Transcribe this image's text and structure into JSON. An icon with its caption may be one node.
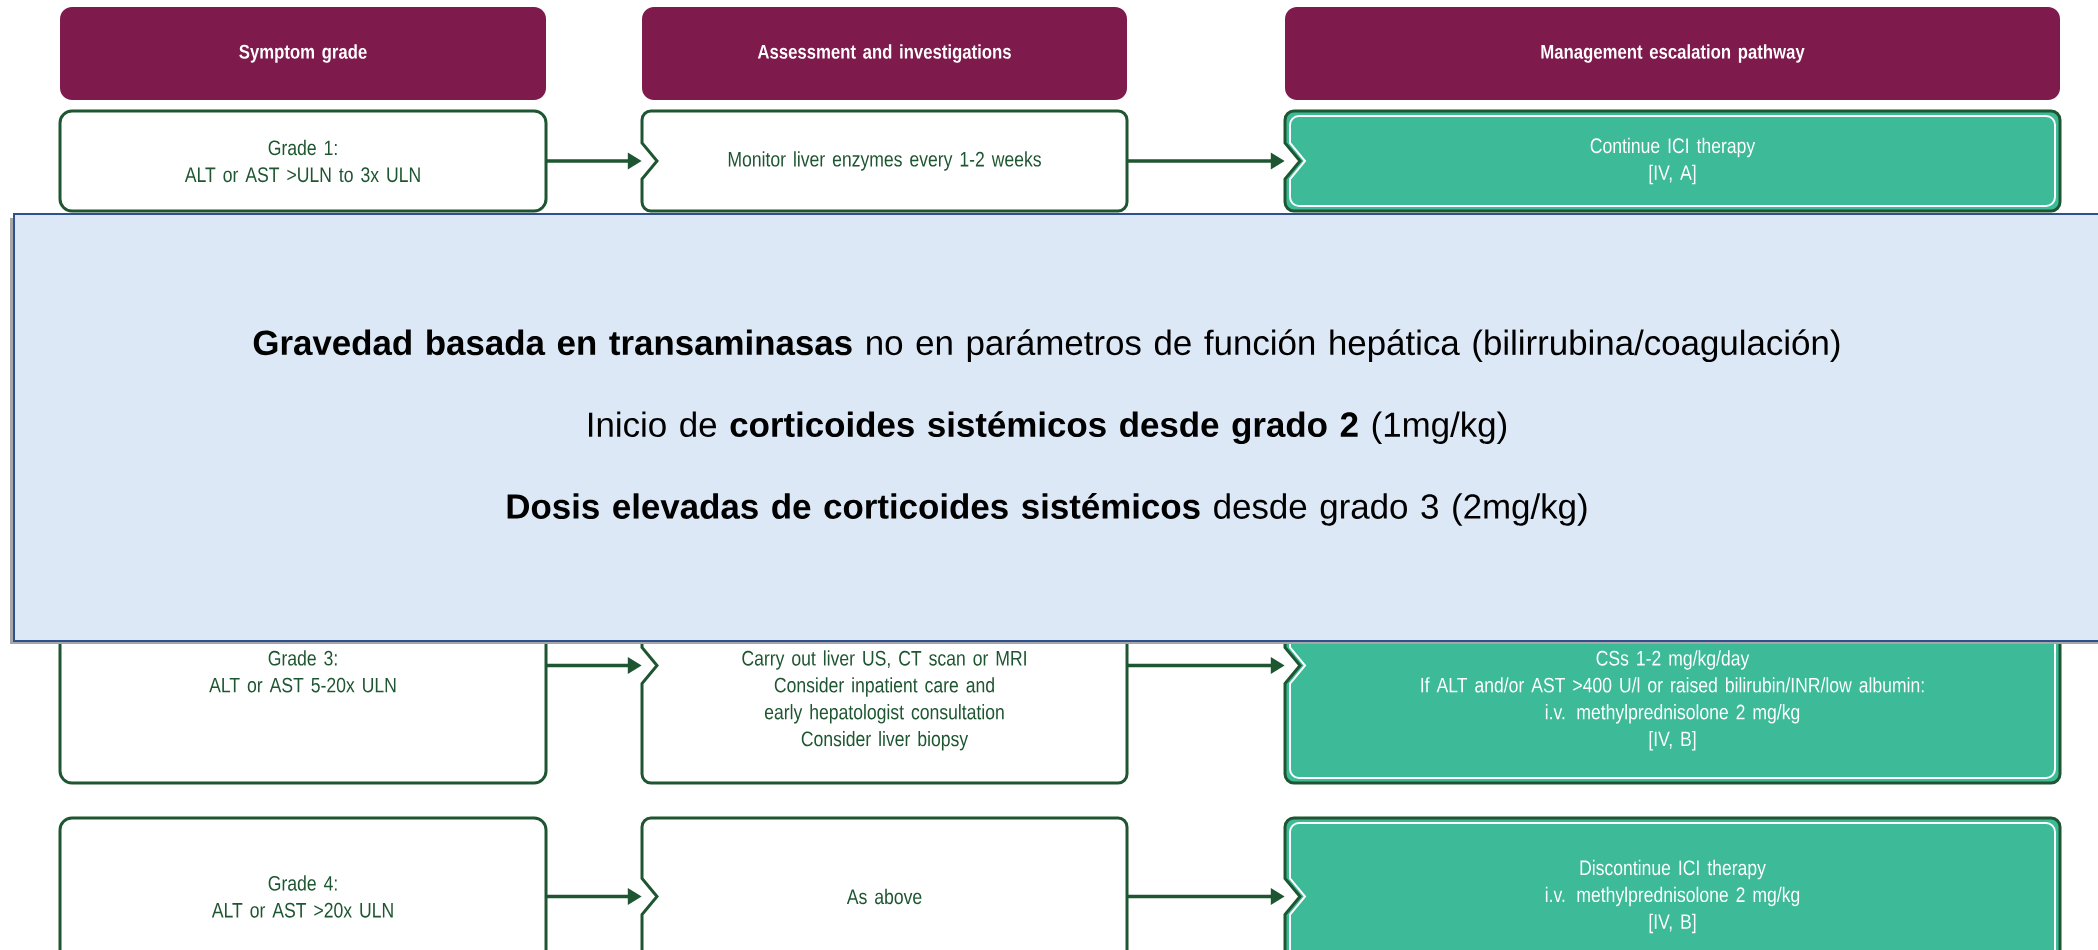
{
  "diagram": {
    "nodes": [
      {
        "text": [
          "Symptom grade"
        ]
      },
      {
        "text": [
          "Assessment and investigations"
        ]
      },
      {
        "text": [
          "Management escalation pathway"
        ]
      },
      {
        "text": [
          "Grade 1:",
          "ALT or AST >ULN to 3x ULN"
        ]
      },
      {
        "text": [
          "Monitor liver enzymes every 1-2 weeks"
        ]
      },
      {
        "text": [
          "Continue ICI therapy",
          "[IV, A]"
        ]
      },
      {
        "text": [
          "**Gravedad basada en transaminasas** no en parámetros de función hepática (bilirrubina/coagulación)",
          "Inicio de **corticoides sistémicos desde grado 2** (1mg/kg)",
          "**Dosis elevadas de corticoides sistémicos** desde grado 3 (2mg/kg)"
        ]
      },
      {
        "text": [
          "Grade 3:",
          "ALT or AST 5-20x ULN"
        ]
      },
      {
        "text": [
          "Carry out liver US, CT scan or MRI",
          "Consider inpatient care and early hepatologist consultation",
          "Consider liver biopsy"
        ]
      },
      {
        "text": [
          "CSs 1-2 mg/kg/day",
          "If ALT and/or AST >400 U/l or raised bilirubin/INR/low albumin:",
          "i.v. methylprednisolone 2 mg/kg",
          "[IV, B]"
        ]
      },
      {
        "text": [
          "Grade 4:",
          "ALT or AST >20x ULN"
        ]
      },
      {
        "text": [
          "As above"
        ]
      },
      {
        "text": [
          "Discontinue ICI therapy",
          "i.v. methylprednisolone 2 mg/kg",
          "[IV, B]"
        ]
      }
    ],
    "edges": [
      {
        "from": 3,
        "to": 4,
        "arrow": "to"
      },
      {
        "from": 4,
        "to": 5,
        "arrow": "to"
      },
      {
        "from": 7,
        "to": 8,
        "arrow": "to"
      },
      {
        "from": 8,
        "to": 9,
        "arrow": "to"
      },
      {
        "from": 10,
        "to": 11,
        "arrow": "to"
      },
      {
        "from": 11,
        "to": 12,
        "arrow": "to"
      }
    ]
  }
}
